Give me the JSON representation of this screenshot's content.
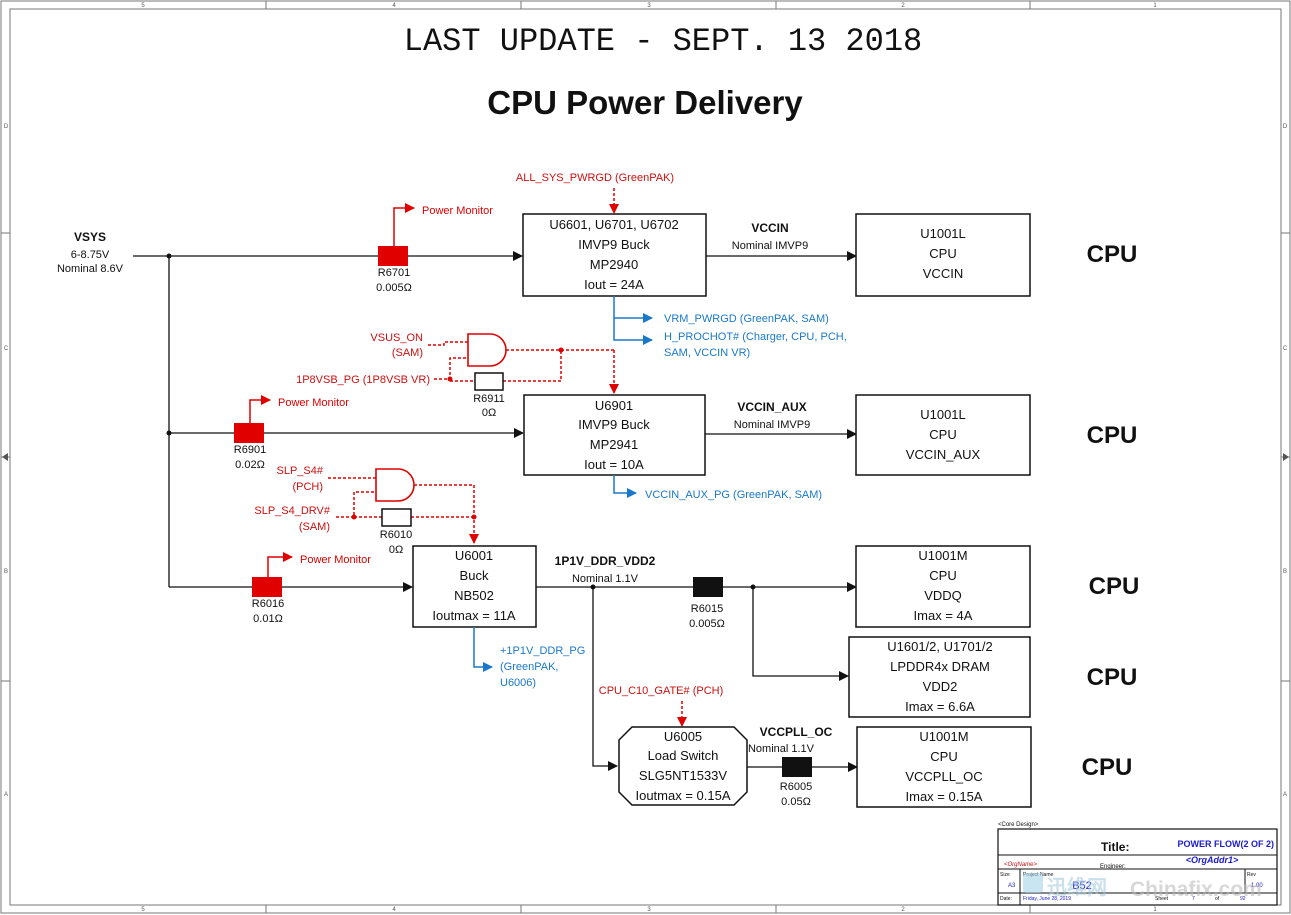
{
  "header": {
    "last_update": "LAST UPDATE - SEPT. 13 2018",
    "title": "CPU Power Delivery"
  },
  "colors": {
    "red": "#e00000",
    "blue": "#1a78c8",
    "black": "#111111",
    "dark_red": "#cc1010"
  },
  "border": {
    "top_cols": [
      "5",
      "4",
      "3",
      "2",
      "1"
    ],
    "bottom_cols": [
      "5",
      "4",
      "3",
      "2",
      "1"
    ],
    "rows": [
      "D",
      "C",
      "B",
      "A"
    ]
  },
  "vsys": {
    "name": "VSYS",
    "range": "6-8.75V",
    "nominal": "Nominal 8.6V"
  },
  "monitor_label": "Power Monitor",
  "rails": {
    "r6701": {
      "ref": "R6701",
      "value": "0.005Ω"
    },
    "r6901": {
      "ref": "R6901",
      "value": "0.02Ω"
    },
    "r6016": {
      "ref": "R6016",
      "value": "0.01Ω"
    }
  },
  "regulators": {
    "u6601": {
      "ref": "U6601, U6701, U6702",
      "type": "IMVP9 Buck",
      "part": "MP2940",
      "current": "Iout = 24A"
    },
    "u6901": {
      "ref": "U6901",
      "type": "IMVP9 Buck",
      "part": "MP2941",
      "current": "Iout = 10A"
    },
    "u6001": {
      "ref": "U6001",
      "type": "Buck",
      "part": "NB502",
      "current": "Ioutmax = 11A"
    },
    "u6005": {
      "ref": "U6005",
      "type": "Load Switch",
      "part": "SLG5NT1533V",
      "current": "Ioutmax = 0.15A"
    }
  },
  "enables": {
    "all_sys_pwrgd": "ALL_SYS_PWRGD (GreenPAK)",
    "vsus_on": "VSUS_ON",
    "vsus_on_src": "(SAM)",
    "p1p8vsb_pg": "1P8VSB_PG (1P8VSB VR)",
    "slp_s4": "SLP_S4#",
    "slp_s4_src": "(PCH)",
    "slp_s4_drv": "SLP_S4_DRV#",
    "slp_s4_drv_src": "(SAM)",
    "cpu_c10_gate": "CPU_C10_GATE# (PCH)"
  },
  "aux_resistors": {
    "r6911": {
      "ref": "R6911",
      "value": "0Ω"
    },
    "r6010": {
      "ref": "R6010",
      "value": "0Ω"
    },
    "r6015": {
      "ref": "R6015",
      "value": "0.005Ω"
    },
    "r6005": {
      "ref": "R6005",
      "value": "0.05Ω"
    }
  },
  "signals": {
    "vrm_pwrgd": "VRM_PWRGD (GreenPAK, SAM)",
    "h_prochot_1": "H_PROCHOT# (Charger, CPU, PCH,",
    "h_prochot_2": "SAM, VCCIN VR)",
    "vccin_aux_pg": "VCCIN_AUX_PG (GreenPAK, SAM)",
    "ddr_pg_1": "+1P1V_DDR_PG",
    "ddr_pg_2": "(GreenPAK,",
    "ddr_pg_3": "U6006)"
  },
  "nets": {
    "vccin": {
      "name": "VCCIN",
      "nominal": "Nominal IMVP9"
    },
    "vccin_aux": {
      "name": "VCCIN_AUX",
      "nominal": "Nominal IMVP9"
    },
    "ddr": {
      "name": "1P1V_DDR_VDD2",
      "nominal": "Nominal 1.1V"
    },
    "vccpll": {
      "name": "VCCPLL_OC",
      "nominal": "Nominal 1.1V"
    }
  },
  "loads": {
    "l1": {
      "ref": "U1001L",
      "line2": "CPU",
      "line3": "VCCIN",
      "line4": ""
    },
    "l2": {
      "ref": "U1001L",
      "line2": "CPU",
      "line3": "VCCIN_AUX",
      "line4": ""
    },
    "l3": {
      "ref": "U1001M",
      "line2": "CPU",
      "line3": "VDDQ",
      "line4": "Imax = 4A"
    },
    "l4": {
      "ref": "U1601/2, U1701/2",
      "line2": "LPDDR4x DRAM",
      "line3": "VDD2",
      "line4": "Imax = 6.6A"
    },
    "l5": {
      "ref": "U1001M",
      "line2": "CPU",
      "line3": "VCCPLL_OC",
      "line4": "Imax = 0.15A"
    }
  },
  "side_labels": [
    "CPU",
    "CPU",
    "CPU",
    "CPU",
    "CPU"
  ],
  "title_block": {
    "design": "<Core Design>",
    "title_label": "Title:",
    "title_value": "POWER FLOW(2 OF 2)",
    "org_name": "<OrgName>",
    "engineer_label": "Engineer:",
    "org_addr": "<OrgAddr1>",
    "size_label": "Size",
    "size_value": "A3",
    "project_label": "Project Name",
    "project_value": "B52",
    "rev_label": "Rev",
    "rev_value": "1.00",
    "date_label": "Date:",
    "date_value": "Friday, June 28, 2019",
    "sheet_label": "Sheet",
    "sheet_value": "7",
    "of_label": "of",
    "of_value": "92"
  },
  "watermark": {
    "cn": "迅维网",
    "en": "Chinafix.com"
  }
}
